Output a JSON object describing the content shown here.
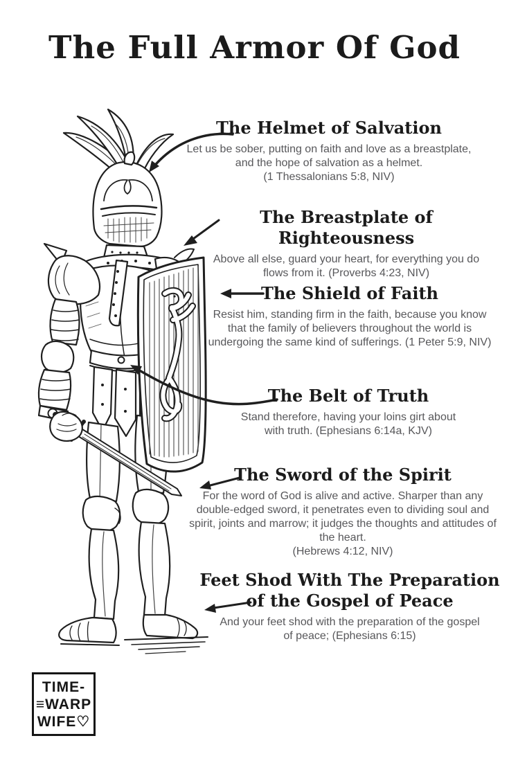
{
  "title": "The Full Armor Of God",
  "colors": {
    "ink": "#1f1f1f",
    "body_text": "#57575a",
    "background": "#ffffff"
  },
  "illustration": {
    "subject": "knight in full plate armor with plumed helmet, holding a shield with a rampant lion and a sword pointing down"
  },
  "sections": [
    {
      "heading": "The Helmet of Salvation",
      "body": "Let us be sober, putting on faith and love as a breastplate, and the hope of salvation as a helmet.",
      "reference": "(1 Thessalonians 5:8, NIV)"
    },
    {
      "heading": "The Breastplate of Righteousness",
      "body": "Above all else, guard your heart, for everything you do flows from it.",
      "reference": "(Proverbs 4:23, NIV)"
    },
    {
      "heading": "The Shield of Faith",
      "body": "Resist him, standing firm in the faith, because you know that the family of believers throughout the world is undergoing the same kind of sufferings.",
      "reference": "(1 Peter 5:9, NIV)"
    },
    {
      "heading": "The Belt of Truth",
      "body": "Stand therefore, having your loins girt about with truth.",
      "reference": "(Ephesians 6:14a, KJV)"
    },
    {
      "heading": "The Sword of the Spirit",
      "body": "For the word of God is alive and active. Sharper than any double-edged sword, it penetrates even to dividing soul and spirit, joints and marrow; it judges the thoughts and attitudes of the heart.",
      "reference": "(Hebrews 4:12, NIV)"
    },
    {
      "heading": "Feet Shod With The Preparation",
      "heading2": "of the Gospel of Peace",
      "body": "And your feet shod with the preparation of the gospel of peace;",
      "reference": "(Ephesians 6:15)"
    }
  ],
  "logo": {
    "line1": "TIME-",
    "line2": "≡WARP",
    "line3": "WIFE♡"
  }
}
